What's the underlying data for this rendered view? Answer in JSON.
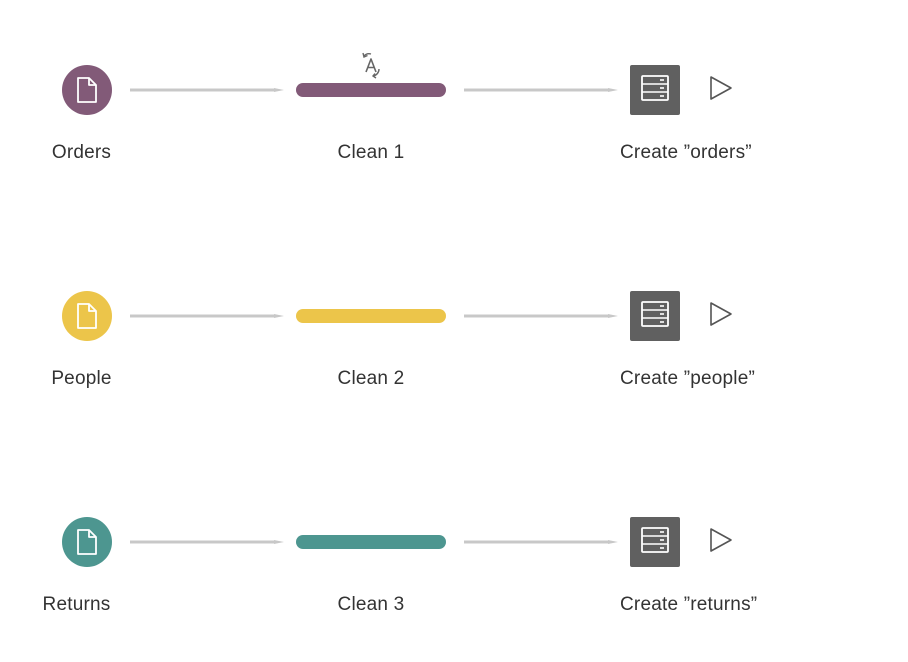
{
  "colors": {
    "orders": "#825a78",
    "people": "#ecc54a",
    "returns": "#4d9690",
    "connector": "#c8c8c8",
    "output_node": "#606060"
  },
  "flows": [
    {
      "input": {
        "label": "Orders",
        "icon": "file-icon"
      },
      "clean": {
        "label": "Clean 1",
        "has_change_icon": true,
        "change_icon": "rename-field-icon"
      },
      "output": {
        "label": "Create ”orders”",
        "icon": "database-output-icon",
        "run_icon": "play-icon"
      }
    },
    {
      "input": {
        "label": "People",
        "icon": "file-icon"
      },
      "clean": {
        "label": "Clean 2",
        "has_change_icon": false
      },
      "output": {
        "label": "Create ”people”",
        "icon": "database-output-icon",
        "run_icon": "play-icon"
      }
    },
    {
      "input": {
        "label": "Returns",
        "icon": "file-icon"
      },
      "clean": {
        "label": "Clean 3",
        "has_change_icon": false
      },
      "output": {
        "label": "Create ”returns”",
        "icon": "database-output-icon",
        "run_icon": "play-icon"
      }
    }
  ]
}
